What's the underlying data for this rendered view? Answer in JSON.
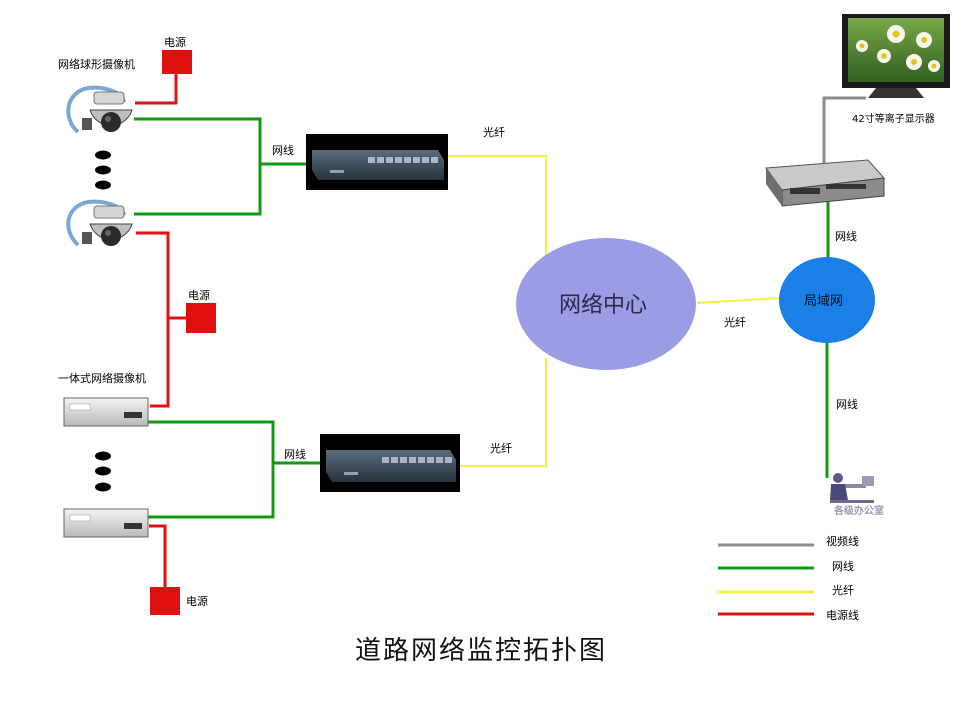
{
  "title": "道路网络监控拓扑图",
  "labels": {
    "power_top": "电源",
    "dome_camera": "网络球形摄像机",
    "power_mid": "电源",
    "box_camera": "一体式网络摄像机",
    "power_bottom": "电源",
    "net_top": "网线",
    "fiber_top": "光纤",
    "net_bottom": "网线",
    "fiber_bottom": "光纤",
    "network_center": "网络中心",
    "fiber_right": "光纤",
    "lan": "局域网",
    "net_upper_right": "网线",
    "net_lower_right": "网线",
    "display": "42寸等离子显示器",
    "office": "各级办公室"
  },
  "legend": [
    {
      "label": "视频线",
      "color": "#8c8c8c"
    },
    {
      "label": "网线",
      "color": "#119911"
    },
    {
      "label": "光纤",
      "color": "#f2f044"
    },
    {
      "label": "电源线",
      "color": "#dd1111"
    }
  ],
  "colors": {
    "video": "#8c8c8c",
    "net": "#119911",
    "fiber": "#f2f044",
    "power": "#dd1111",
    "center": "#9b9be6",
    "lan": "#1a7fe6",
    "power_box": "#e01010"
  }
}
